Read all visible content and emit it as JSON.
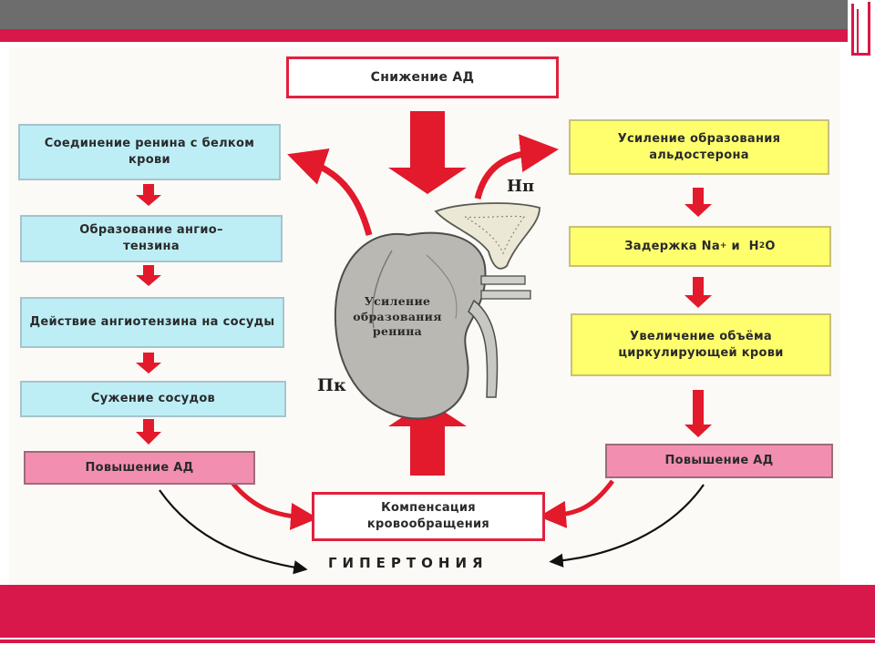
{
  "diagram": {
    "top": "Снижение АД",
    "left": {
      "step1": "Соединение ренина с белком крови",
      "step2": "Образование ангио– тензина",
      "step3": "Действие ангиотензина на сосуды",
      "step4": "Сужение сосудов",
      "result": "Повышение АД"
    },
    "right": {
      "step1": "Усиление образования альдостерона",
      "step2_prefix": "Задержка Na",
      "step2_sup": "+",
      "step2_mid": " и  H",
      "step2_sub": "2",
      "step2_suffix": "O",
      "step3": "Увеличение объёма циркулирующей крови",
      "result": "Повышение АД"
    },
    "center": {
      "kidney_text": "Усиление образования ренина",
      "label_np": "Нп",
      "label_pk": "Пк"
    },
    "compensation": "Компенсация кровообращения",
    "outcome": "ГИПЕРТОНИЯ"
  },
  "colors": {
    "arrow_red": "#e3192c",
    "accent_pink": "#d8184a",
    "topbar_gray": "#6d6d6d",
    "blue_box": "#bdeef6",
    "yellow_box": "#ffff6e",
    "pink_box": "#f28fb0"
  }
}
